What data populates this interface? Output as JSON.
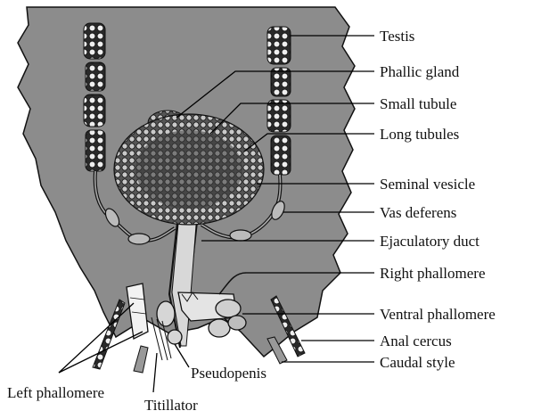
{
  "diagram": {
    "labels": {
      "testis": "Testis",
      "phallic_gland": "Phallic gland",
      "small_tubule": "Small tubule",
      "long_tubules": "Long tubules",
      "seminal_vesicle": "Seminal vesicle",
      "vas_deferens": "Vas deferens",
      "ejaculatory_duct": "Ejaculatory duct",
      "right_phallomere": "Right phallomere",
      "ventral_phallomere": "Ventral phallomere",
      "anal_cercus": "Anal cercus",
      "caudal_style": "Caudal style",
      "pseudopenis": "Pseudopenis",
      "left_phallomere": "Left phallomere",
      "titillator": "Titillator"
    }
  }
}
